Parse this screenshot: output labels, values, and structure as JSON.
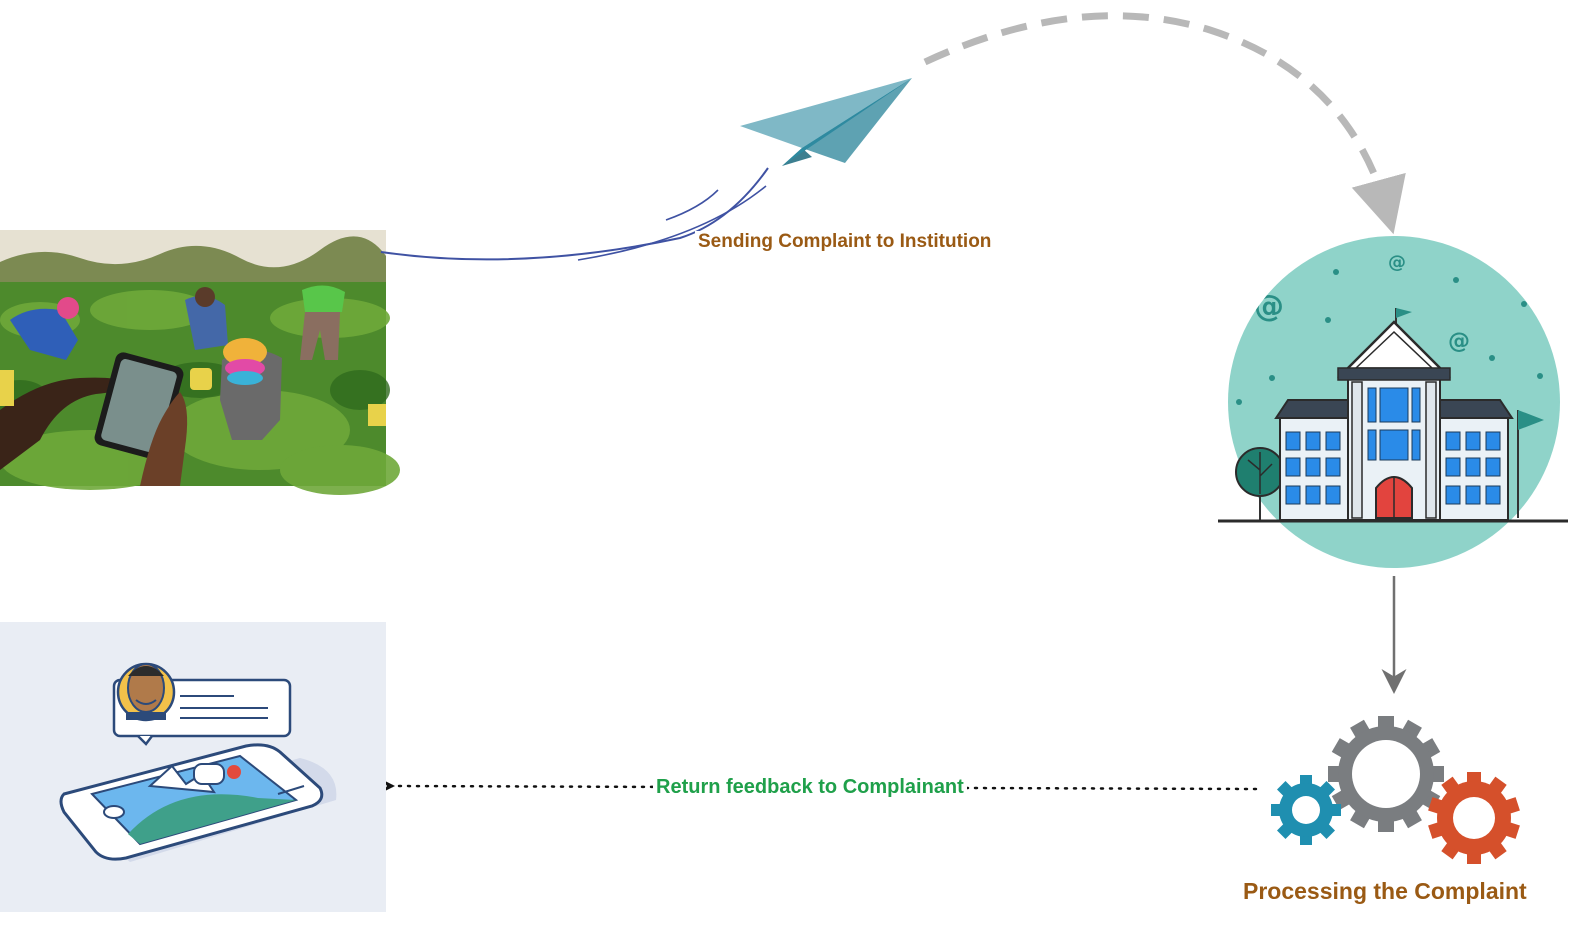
{
  "labels": {
    "send": "Sending Complaint to Institution",
    "return": "Return feedback to Complainant",
    "process": "Processing the Complaint"
  },
  "icons": {
    "farmers": "farmers-with-phone-photo",
    "paper_plane": "paper-plane-icon",
    "institution": "institution-building-icon",
    "gears": "gears-icon",
    "feedback": "phone-feedback-illustration"
  },
  "colors": {
    "send_label": "#9a5a14",
    "return_label": "#1fa04a",
    "process_label": "#9a5a14",
    "send_arrow": "#3f52a3",
    "dashed_arrow": "#b8b8b8",
    "circle_bg": "#8fd3c9",
    "gear_blue": "#1f8fb0",
    "gear_gray": "#7a7d80",
    "gear_red": "#d5502b"
  }
}
